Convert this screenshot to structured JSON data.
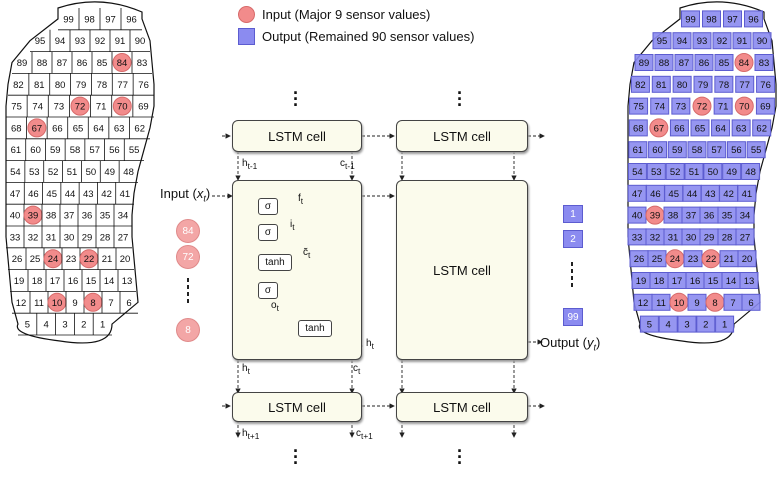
{
  "legend": {
    "input_label": "Input (Major 9 sensor values)",
    "output_label": "Output (Remained 90 sensor values)"
  },
  "lstm": {
    "cell_label": "LSTM cell",
    "h_prev": "h",
    "h_prev_sub": "t-1",
    "c_prev": "c",
    "c_prev_sub": "t-1",
    "h_cur": "h",
    "h_cur_sub": "t",
    "c_cur": "c",
    "c_cur_sub": "t",
    "h_next": "h",
    "h_next_sub": "t+1",
    "c_next": "c",
    "c_next_sub": "t+1",
    "h_out": "h",
    "h_out_sub": "t",
    "gate_sigma": "σ",
    "gate_tanh": "tanh",
    "f": "f",
    "f_sub": "t",
    "i": "i",
    "i_sub": "t",
    "c_tilde": "c̃",
    "c_tilde_sub": "t",
    "o": "o",
    "o_sub": "t"
  },
  "io": {
    "input_label": "Input (",
    "input_var": "x",
    "input_sub": "t",
    "output_label": "Output (",
    "output_var": "y",
    "output_sub": "t",
    "close_paren": ")",
    "input_values": [
      "84",
      "72",
      "8"
    ],
    "output_values": [
      "1",
      "2",
      "99"
    ]
  },
  "insole": {
    "rows": [
      [
        "99",
        "98",
        "97",
        "96"
      ],
      [
        "95",
        "94",
        "93",
        "92",
        "91",
        "90"
      ],
      [
        "89",
        "88",
        "87",
        "86",
        "85",
        "84",
        "83"
      ],
      [
        "82",
        "81",
        "80",
        "79",
        "78",
        "77",
        "76"
      ],
      [
        "75",
        "74",
        "73",
        "72",
        "71",
        "70",
        "69"
      ],
      [
        "68",
        "67",
        "66",
        "65",
        "64",
        "63",
        "62"
      ],
      [
        "61",
        "60",
        "59",
        "58",
        "57",
        "56",
        "55"
      ],
      [
        "54",
        "53",
        "52",
        "51",
        "50",
        "49",
        "48"
      ],
      [
        "47",
        "46",
        "45",
        "44",
        "43",
        "42",
        "41"
      ],
      [
        "40",
        "39",
        "38",
        "37",
        "36",
        "35",
        "34"
      ],
      [
        "33",
        "32",
        "31",
        "30",
        "29",
        "28",
        "27"
      ],
      [
        "26",
        "25",
        "24",
        "23",
        "22",
        "21",
        "20"
      ],
      [
        "19",
        "18",
        "17",
        "16",
        "15",
        "14",
        "13"
      ],
      [
        "12",
        "11",
        "10",
        "9",
        "8",
        "7",
        "6"
      ],
      [
        "5",
        "4",
        "3",
        "2",
        "1"
      ]
    ],
    "major_sensors": [
      "84",
      "72",
      "70",
      "67",
      "39",
      "24",
      "22",
      "10",
      "8"
    ],
    "colors": {
      "major_fill": "#f28b8b",
      "output_fill": "#8b8bf0"
    }
  }
}
